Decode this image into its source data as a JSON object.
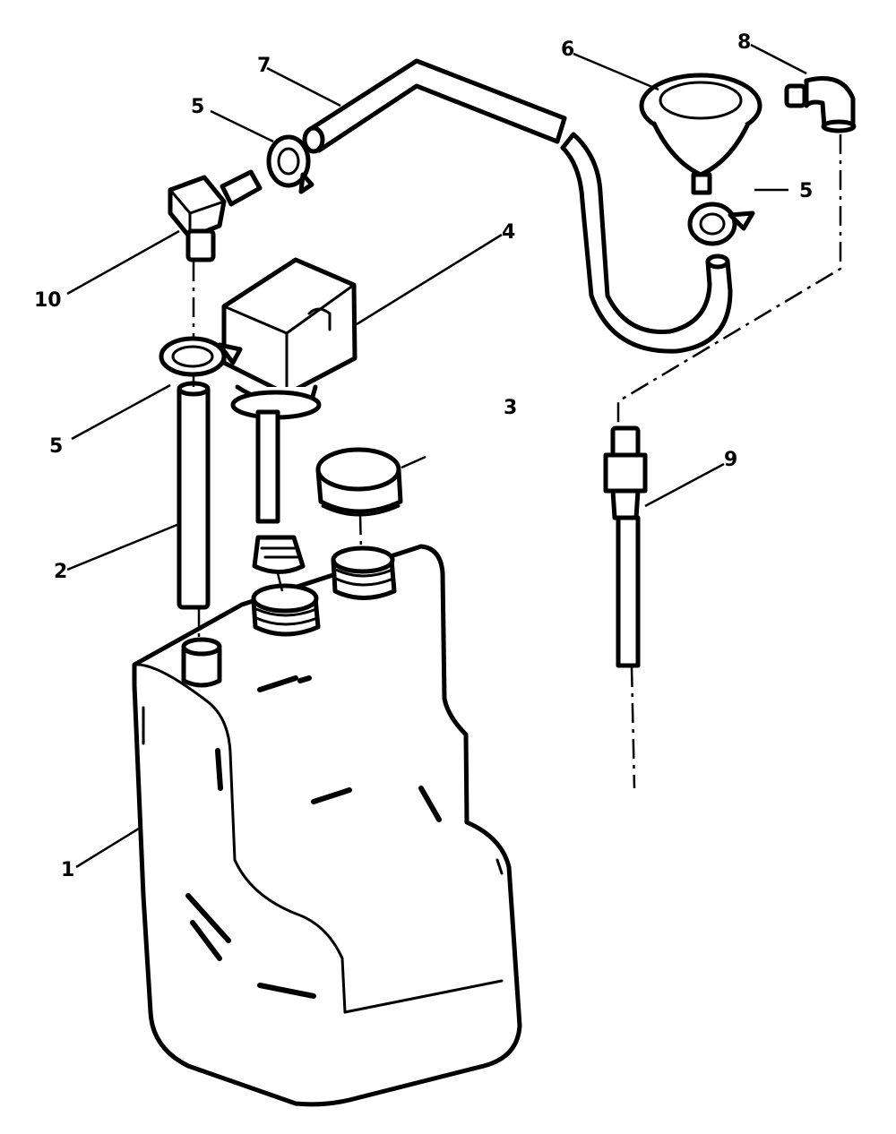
{
  "callouts": [
    {
      "id": "1",
      "label": "1"
    },
    {
      "id": "2",
      "label": "2"
    },
    {
      "id": "3",
      "label": "3"
    },
    {
      "id": "4",
      "label": "4"
    },
    {
      "id": "5a",
      "label": "5"
    },
    {
      "id": "5b",
      "label": "5"
    },
    {
      "id": "5c",
      "label": "5"
    },
    {
      "id": "6",
      "label": "6"
    },
    {
      "id": "7",
      "label": "7"
    },
    {
      "id": "8",
      "label": "8"
    },
    {
      "id": "9",
      "label": "9"
    },
    {
      "id": "10",
      "label": "10"
    }
  ]
}
